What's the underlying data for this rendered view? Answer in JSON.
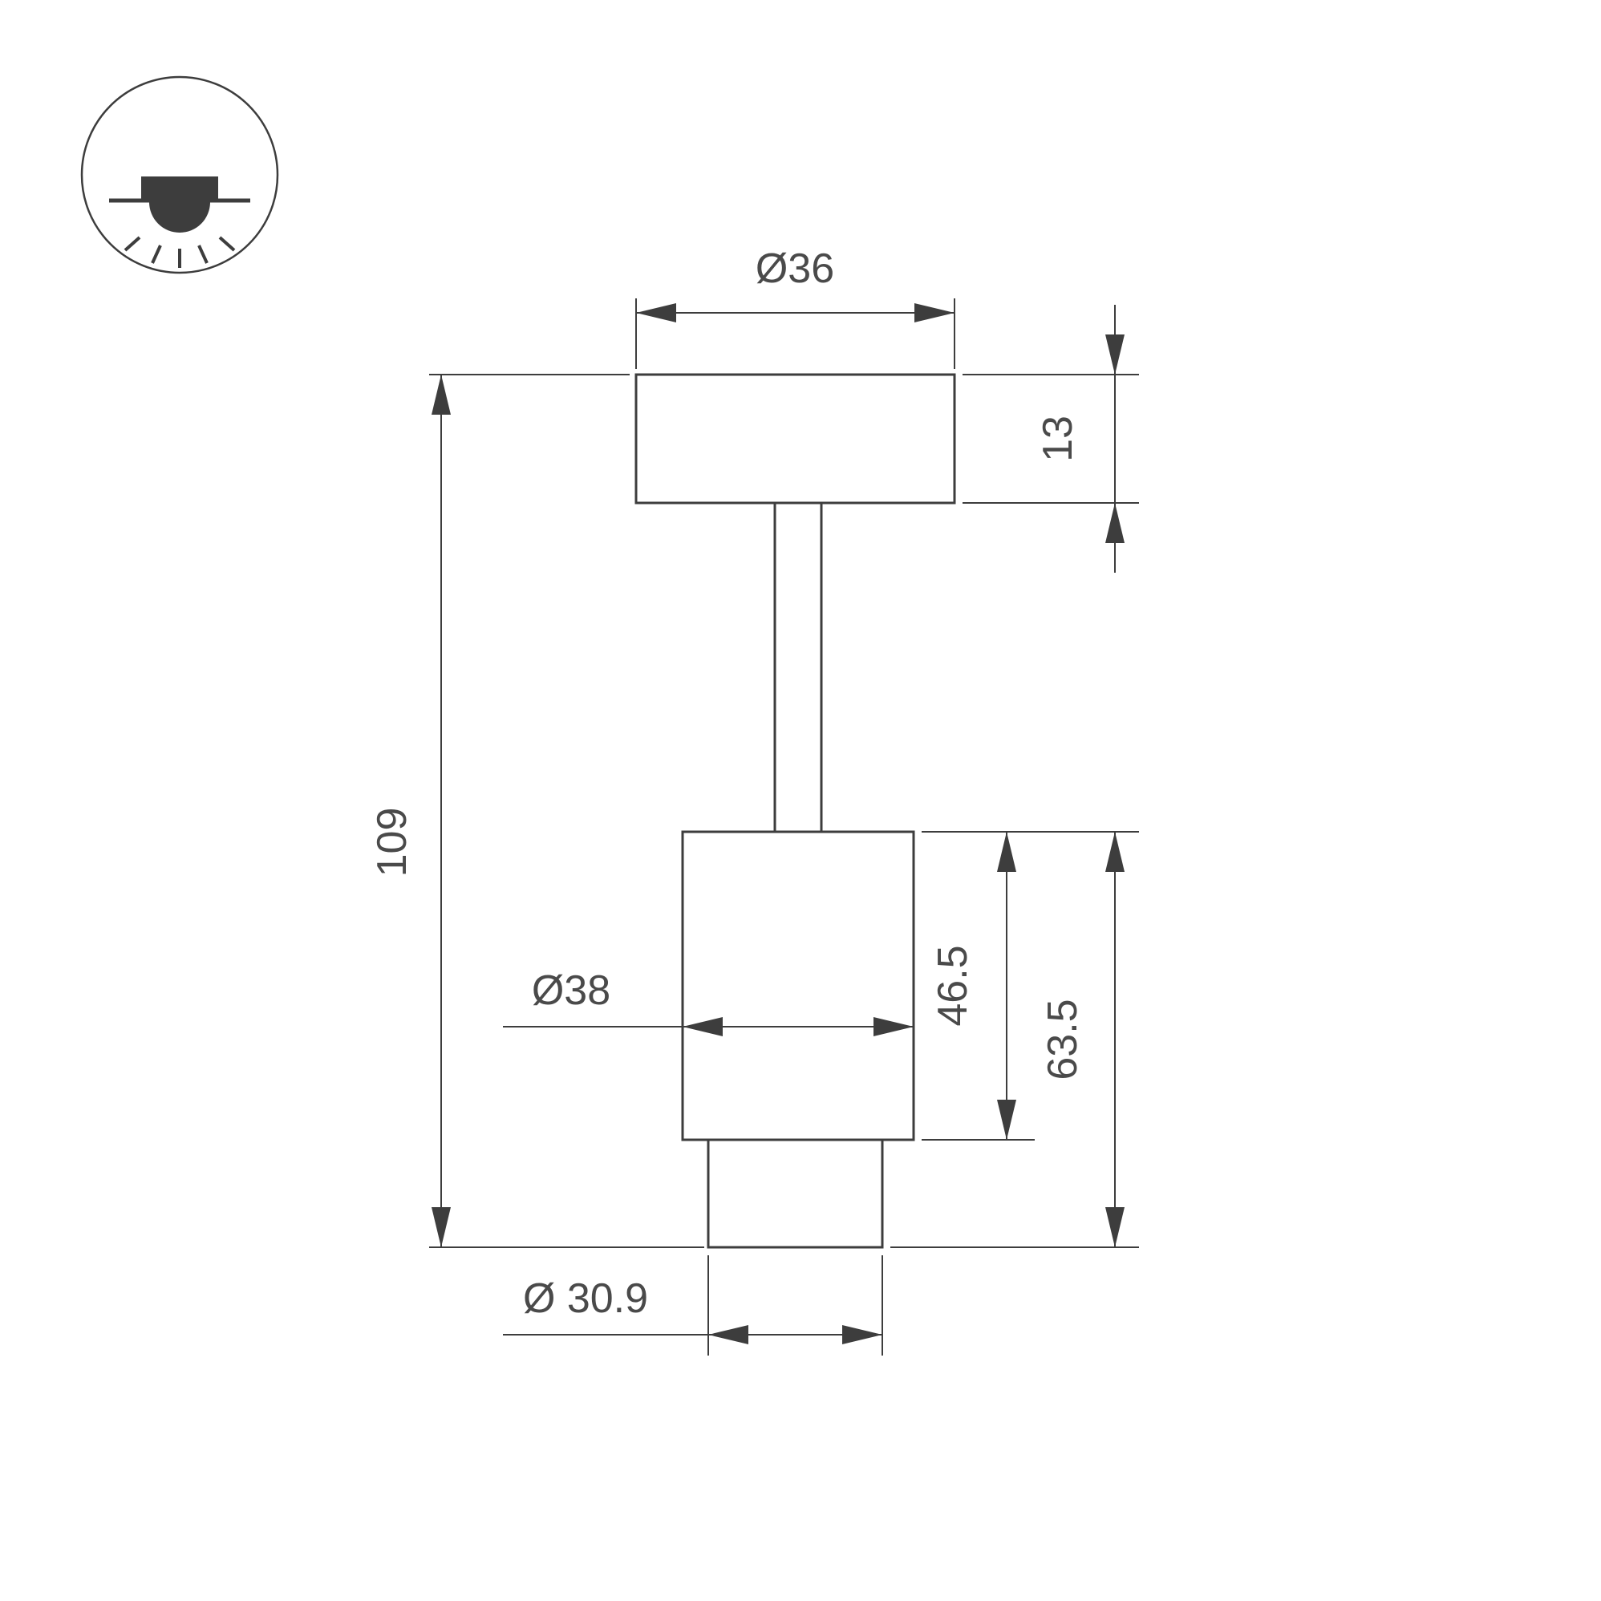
{
  "page": {
    "background": "#ffffff",
    "type": "technical-dimension-drawing",
    "subject": "ceiling-mounted spot luminaire side view"
  },
  "colors": {
    "line": "#3d3d3d",
    "text": "#4a4a4a"
  },
  "icon": {
    "name": "recessed-downlight-icon",
    "meaning": "surface/recessed mounted downlight symbol"
  },
  "labels": {
    "top_diameter": "Ø36",
    "plate_height": "13",
    "total_height": "109",
    "body_diameter": "Ø38",
    "body_height": "46.5",
    "lower_section_height": "63.5",
    "bottom_diameter": "Ø 30.9"
  }
}
